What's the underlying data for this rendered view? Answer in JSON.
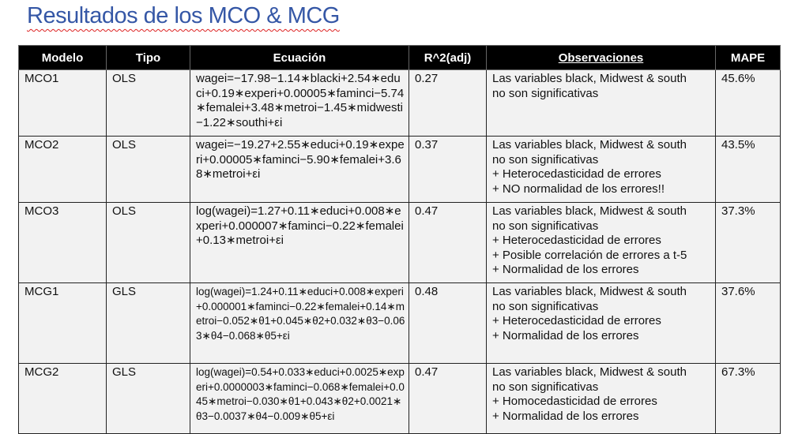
{
  "title": "Resultados de los MCO & MCG",
  "table": {
    "headers": [
      "Modelo",
      "Tipo",
      "Ecuación",
      "R^2(adj)",
      "Observaciones",
      "MAPE"
    ],
    "rows": [
      {
        "modelo": "MCO1",
        "tipo": "OLS",
        "ecuacion": "wagei=−17.98−1.14∗blacki+2.54∗educi+0.19∗experi+0.00005∗faminci−5.74∗femalei+3.48∗metroi−1.45∗midwesti−1.22∗southi+εi",
        "r2": "0.27",
        "obs": [
          "Las variables black, Midwest & south",
          "no son significativas"
        ],
        "mape": "45.6%"
      },
      {
        "modelo": "MCO2",
        "tipo": "OLS",
        "ecuacion": "wagei=−19.27+2.55∗educi+0.19∗experi+0.00005∗faminci−5.90∗femalei+3.68∗metroi+εi",
        "r2": "0.37",
        "obs": [
          "Las variables black, Midwest & south",
          "no son significativas",
          "+ Heterocedasticidad de errores",
          "+ NO normalidad de los errores!!"
        ],
        "mape": "43.5%"
      },
      {
        "modelo": "MCO3",
        "tipo": "OLS",
        "ecuacion": "log(wagei)=1.27+0.11∗educi+0.008∗experi+0.000007∗faminci−0.22∗femalei+0.13∗metroi+εi",
        "r2": "0.47",
        "obs": [
          "Las variables black, Midwest & south",
          "no son significativas",
          "+ Heterocedasticidad de errores",
          "+ Posible correlación de errores a t-5",
          "+ Normalidad de los errores"
        ],
        "mape": "37.3%"
      },
      {
        "modelo": "MCG1",
        "tipo": "GLS",
        "ecuacion": "log(wagei)=1.24+0.11∗educi+0.008∗experi+0.000001∗faminci−0.22∗femalei+0.14∗metroi−0.052∗θ1+0.045∗θ2+0.032∗θ3−0.063∗θ4−0.068∗θ5+εi",
        "r2": "0.48",
        "obs": [
          "Las variables black, Midwest & south",
          "no son significativas",
          "+ Heterocedasticidad de errores",
          "+ Normalidad de los errores"
        ],
        "mape": "37.6%"
      },
      {
        "modelo": "MCG2",
        "tipo": "GLS",
        "ecuacion": "log(wagei)=0.54+0.033∗educi+0.0025∗experi+0.0000003∗faminci−0.068∗femalei+0.045∗metroi−0.030∗θ1+0.043∗θ2+0.0021∗θ3−0.0037∗θ4−0.009∗θ5+εi",
        "r2": "0.47",
        "obs": [
          "Las variables black, Midwest & south",
          "no son significativas",
          "+ Homocedasticidad de errores",
          "+ Normalidad de los errores"
        ],
        "mape": "67.3%"
      }
    ]
  }
}
